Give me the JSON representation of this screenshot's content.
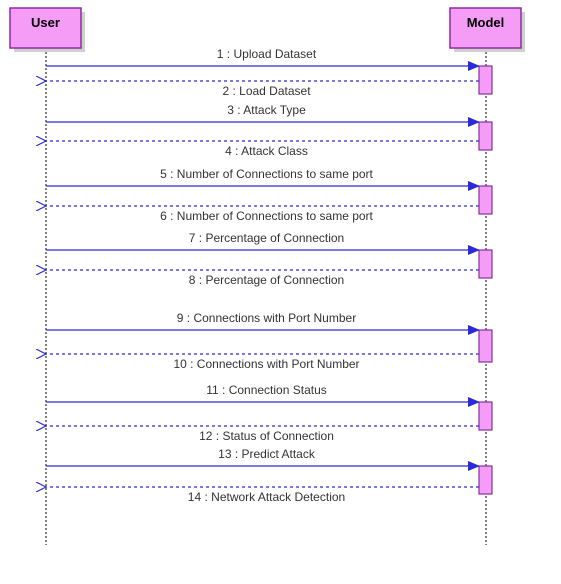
{
  "actors": {
    "user": "User",
    "model": "Model"
  },
  "colors": {
    "actor_fill": "#f59cf7",
    "actor_border": "#8a2fa0",
    "message_line": "#2a2ad8"
  },
  "messages": [
    {
      "label": "1 : Upload Dataset",
      "type": "call"
    },
    {
      "label": "2 : Load Dataset",
      "type": "return"
    },
    {
      "label": "3 : Attack Type",
      "type": "call"
    },
    {
      "label": "4 : Attack Class",
      "type": "return"
    },
    {
      "label": "5 : Number of Connections to same port",
      "type": "call"
    },
    {
      "label": "6 : Number of Connections to same port",
      "type": "return"
    },
    {
      "label": "7 : Percentage of Connection",
      "type": "call"
    },
    {
      "label": "8 : Percentage of Connection",
      "type": "return"
    },
    {
      "label": "9 : Connections with Port Number",
      "type": "call"
    },
    {
      "label": "10 : Connections with Port Number",
      "type": "return"
    },
    {
      "label": "11 : Connection Status",
      "type": "call"
    },
    {
      "label": "12 : Status of Connection",
      "type": "return"
    },
    {
      "label": "13 : Predict Attack",
      "type": "call"
    },
    {
      "label": "14 : Network Attack Detection",
      "type": "return"
    }
  ]
}
